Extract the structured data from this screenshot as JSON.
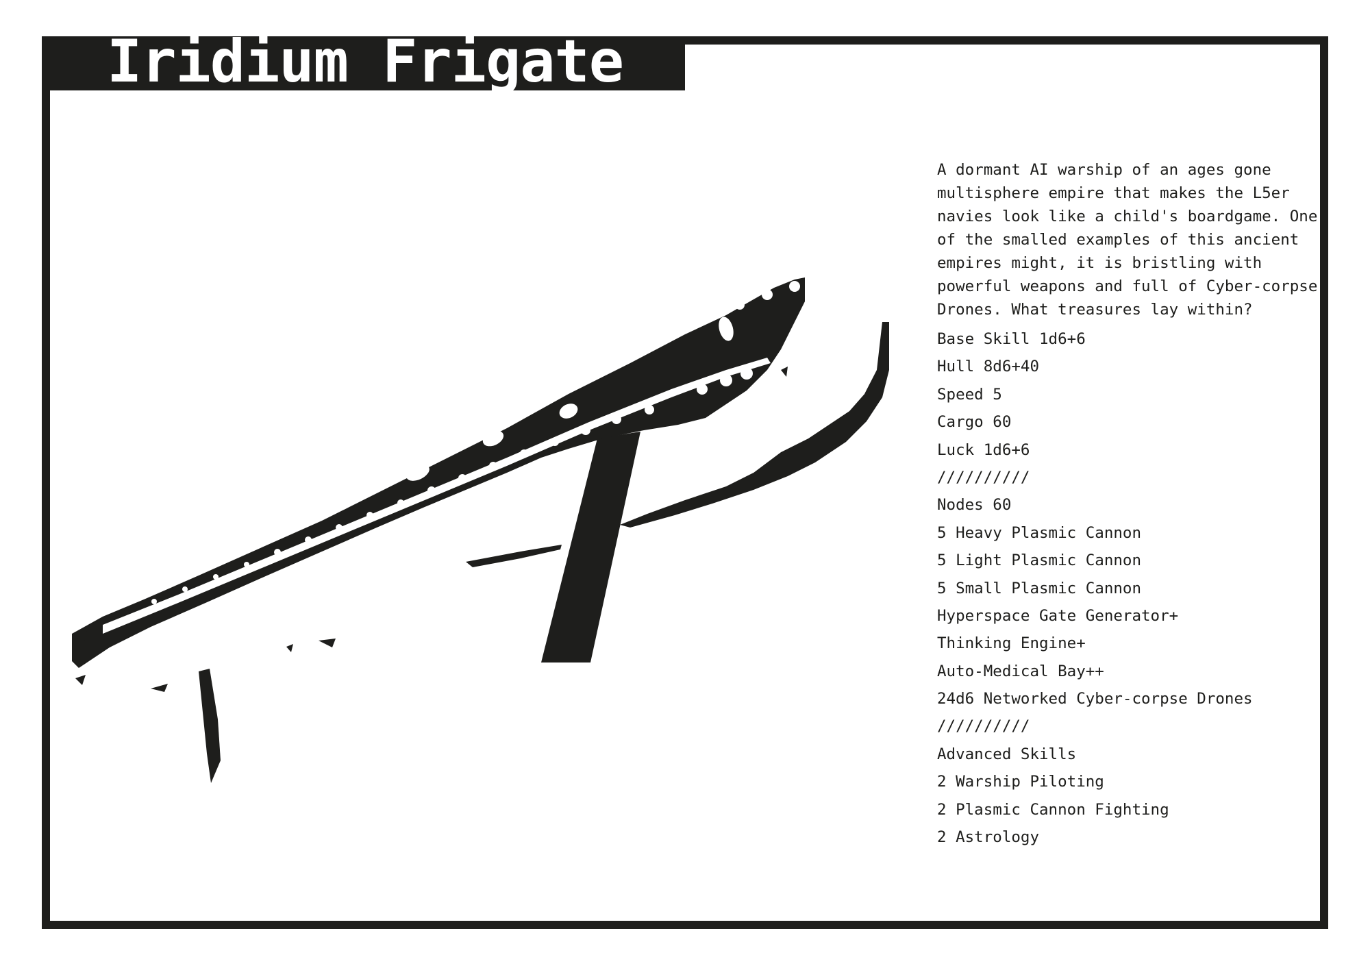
{
  "page": {
    "title": "Iridium Frigate"
  },
  "colors": {
    "ink": "#1e1e1c",
    "paper": "#ffffff"
  },
  "illustration": {
    "subject": "frigate-starship-illustration",
    "style": "high-contrast black and white"
  },
  "description": "A dormant AI warship of an ages gone\nmultisphere empire that makes the L5er\nnavies look like a child's boardgame. One\nof the smalled examples of this ancient\nempires might, it is bristling with\npowerful weapons and full of Cyber-corpse\nDrones. What treasures lay within?",
  "stats": {
    "base_skill": "Base Skill 1d6+6",
    "hull": "Hull 8d6+40",
    "speed": "Speed 5",
    "cargo": "Cargo 60",
    "luck": "Luck 1d6+6"
  },
  "divider": "//////////",
  "equipment": {
    "nodes": "Nodes 60",
    "items": [
      "5 Heavy Plasmic Cannon",
      "5 Light Plasmic Cannon",
      "5 Small Plasmic Cannon",
      "Hyperspace Gate Generator+",
      "Thinking Engine+",
      "Auto-Medical Bay++",
      "24d6 Networked Cyber-corpse Drones"
    ]
  },
  "skills": {
    "heading": "Advanced Skills",
    "items": [
      "2 Warship Piloting",
      "2 Plasmic Cannon Fighting",
      "2 Astrology"
    ]
  }
}
